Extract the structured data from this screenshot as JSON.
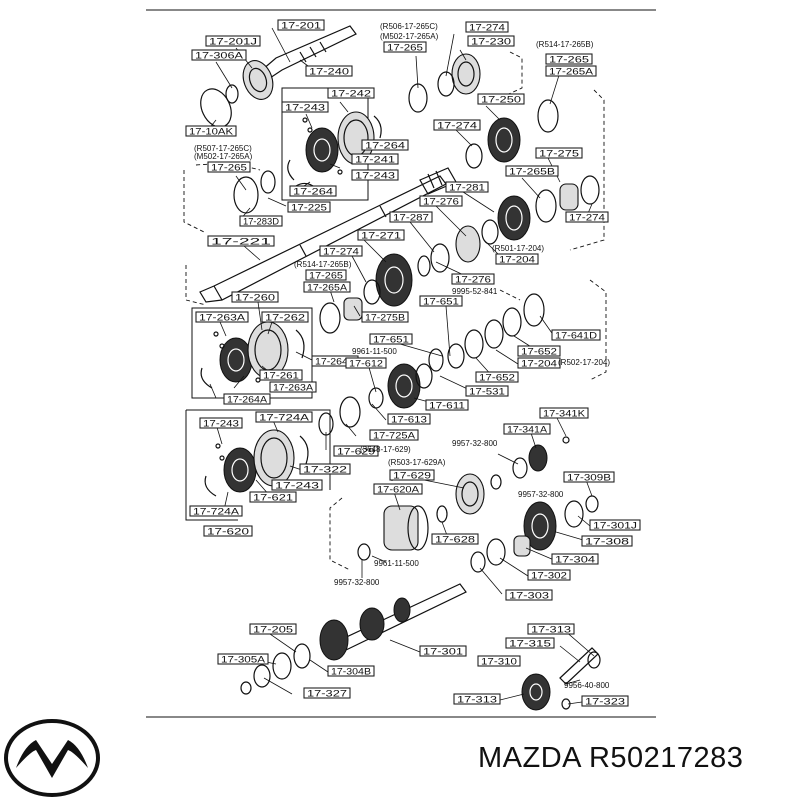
{
  "brand": {
    "text": "MAZDA R50217283",
    "logo_icon": "mazda-logo-icon"
  },
  "labels": [
    {
      "t": "17-201"
    },
    {
      "t": "17-201J"
    },
    {
      "t": "17-306A"
    },
    {
      "t": "17-240"
    },
    {
      "t": "17-274"
    },
    {
      "t": "17-265"
    },
    {
      "t": "17-230"
    },
    {
      "t": "17-265"
    },
    {
      "t": "17-265A"
    },
    {
      "t": "17-242"
    },
    {
      "t": "17-243"
    },
    {
      "t": "17-10AK"
    },
    {
      "t": "17-250"
    },
    {
      "t": "17-274"
    },
    {
      "t": "17-264"
    },
    {
      "t": "17-241"
    },
    {
      "t": "17-243"
    },
    {
      "t": "17-275"
    },
    {
      "t": "17-265"
    },
    {
      "t": "17-265B"
    },
    {
      "t": "17-264"
    },
    {
      "t": "17-281"
    },
    {
      "t": "17-225"
    },
    {
      "t": "17-276"
    },
    {
      "t": "17-283D"
    },
    {
      "t": "17-274"
    },
    {
      "t": "17-287"
    },
    {
      "t": "17-221"
    },
    {
      "t": "17-271"
    },
    {
      "t": "17-274"
    },
    {
      "t": "17-204"
    },
    {
      "t": "17-265"
    },
    {
      "t": "17-265A"
    },
    {
      "t": "17-276"
    },
    {
      "t": "17-260"
    },
    {
      "t": "17-651"
    },
    {
      "t": "17-263A"
    },
    {
      "t": "17-262"
    },
    {
      "t": "17-275B"
    },
    {
      "t": "17-641D"
    },
    {
      "t": "17-651"
    },
    {
      "t": "17-652"
    },
    {
      "t": "17-264A"
    },
    {
      "t": "17-261"
    },
    {
      "t": "17-204"
    },
    {
      "t": "17-612"
    },
    {
      "t": "17-652"
    },
    {
      "t": "17-263A"
    },
    {
      "t": "17-531"
    },
    {
      "t": "17-264A"
    },
    {
      "t": "17-611"
    },
    {
      "t": "17-724A"
    },
    {
      "t": "17-613"
    },
    {
      "t": "17-243"
    },
    {
      "t": "17-341K"
    },
    {
      "t": "17-725A"
    },
    {
      "t": "17-341A"
    },
    {
      "t": "17-629"
    },
    {
      "t": "17-322"
    },
    {
      "t": "17-243"
    },
    {
      "t": "17-629"
    },
    {
      "t": "17-309B"
    },
    {
      "t": "17-621"
    },
    {
      "t": "17-620A"
    },
    {
      "t": "17-724A"
    },
    {
      "t": "17-301J"
    },
    {
      "t": "17-620"
    },
    {
      "t": "17-628"
    },
    {
      "t": "17-308"
    },
    {
      "t": "17-304"
    },
    {
      "t": "17-302"
    },
    {
      "t": "17-303"
    },
    {
      "t": "17-205"
    },
    {
      "t": "17-313"
    },
    {
      "t": "17-315"
    },
    {
      "t": "17-305A"
    },
    {
      "t": "17-301"
    },
    {
      "t": "17-310"
    },
    {
      "t": "17-304B"
    },
    {
      "t": "17-327"
    },
    {
      "t": "17-313"
    },
    {
      "t": "17-323"
    }
  ],
  "notes": [
    {
      "t": "(R506-17-265C)"
    },
    {
      "t": "(M502-17-265A)"
    },
    {
      "t": "(R514-17-265B)"
    },
    {
      "t": "(R507-17-265C)"
    },
    {
      "t": "(M502-17-265A)"
    },
    {
      "t": "(R514-17-265B)"
    },
    {
      "t": "(R501-17-204)"
    },
    {
      "t": "9995-52-841"
    },
    {
      "t": "9961-11-500"
    },
    {
      "t": "(R502-17-204)"
    },
    {
      "t": "(3648-17-629)"
    },
    {
      "t": "9957-32-800"
    },
    {
      "t": "(R503-17-629A)"
    },
    {
      "t": "9957-32-800"
    },
    {
      "t": "9961-11-500"
    },
    {
      "t": "9957-32-800"
    },
    {
      "t": "9956-40-800"
    }
  ]
}
